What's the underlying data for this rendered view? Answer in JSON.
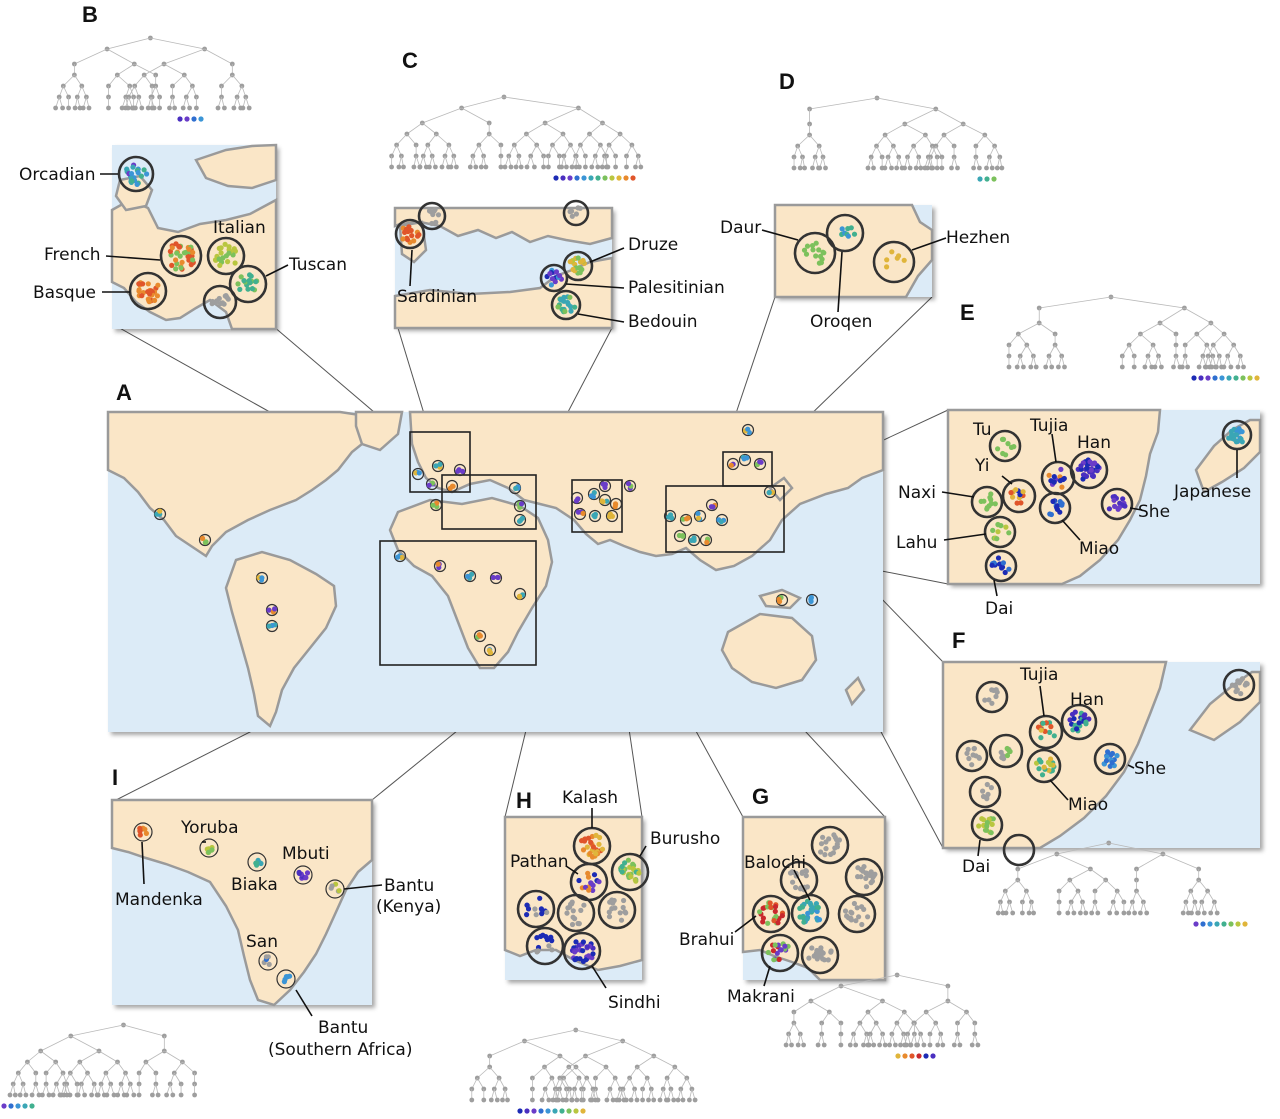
{
  "panels": [
    {
      "id": "A",
      "label": "A"
    },
    {
      "id": "B",
      "label": "B",
      "populations": [
        "Orcadian",
        "French",
        "Basque",
        "Italian",
        "Tuscan"
      ]
    },
    {
      "id": "C",
      "label": "C",
      "populations": [
        "Sardinian",
        "Druze",
        "Palesitinian",
        "Bedouin"
      ]
    },
    {
      "id": "D",
      "label": "D",
      "populations": [
        "Daur",
        "Oroqen",
        "Hezhen"
      ]
    },
    {
      "id": "E",
      "label": "E",
      "populations": [
        "Tu",
        "Tujia",
        "Han",
        "Yi",
        "Naxi",
        "Lahu",
        "Miao",
        "She",
        "Dai",
        "Japanese"
      ]
    },
    {
      "id": "F",
      "label": "F",
      "populations": [
        "Tujia",
        "Han",
        "She",
        "Miao",
        "Dai"
      ]
    },
    {
      "id": "G",
      "label": "G",
      "populations": [
        "Balochi",
        "Brahui",
        "Makrani"
      ]
    },
    {
      "id": "H",
      "label": "H",
      "populations": [
        "Kalash",
        "Burusho",
        "Pathan",
        "Sindhi"
      ]
    },
    {
      "id": "I",
      "label": "I",
      "populations": [
        "Yoruba",
        "Mbuti",
        "Mandenka",
        "Biaka",
        "Bantu",
        "(Kenya)",
        "San",
        "Bantu",
        "(Southern Africa)"
      ]
    }
  ],
  "colors": {
    "ocean": "#dcebf7",
    "land": "#fae6c7",
    "coast": "#9a9a9a",
    "tree_node": "#9e9e9e",
    "cluster_palette": [
      "#1c2bb5",
      "#4a2fc0",
      "#6a3cc8",
      "#2f6fd0",
      "#3b95d6",
      "#3aa6b5",
      "#41b08f",
      "#7cc15c",
      "#b9c63f",
      "#e0b53a",
      "#e88a2d",
      "#e0552a",
      "#c9282d"
    ]
  }
}
